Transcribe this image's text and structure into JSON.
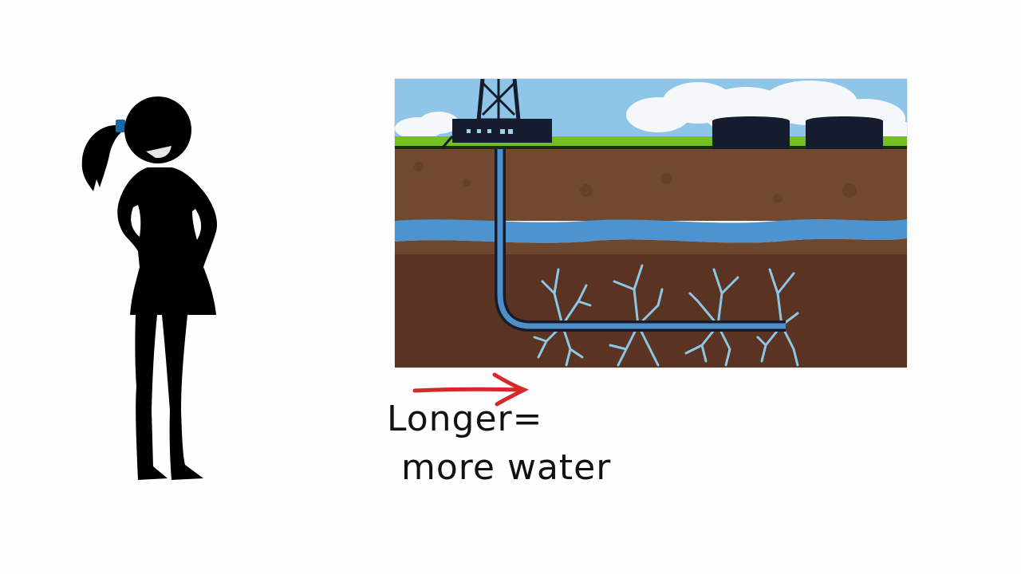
{
  "caption": {
    "line1": "Longer=",
    "line2": "more water"
  },
  "colors": {
    "background": "#fefefe",
    "sky": "#8fc6e8",
    "grass": "#74c021",
    "soil_top": "#6f4a30",
    "soil_deep": "#5a3322",
    "aquifer": "#4c93cf",
    "pipe": "#4f8fc8",
    "fracture": "#8cc8e6",
    "structure": "#141c2e",
    "arrow": "#d42a2a",
    "figure": "#000000",
    "hair_tie": "#1569a8"
  },
  "illustration": {
    "description": "Horizontal drilling / fracking diagram",
    "elements": [
      "drilling-rig",
      "storage-tanks",
      "aquifer",
      "horizontal-well",
      "fractures"
    ],
    "fracture_count": 4
  }
}
